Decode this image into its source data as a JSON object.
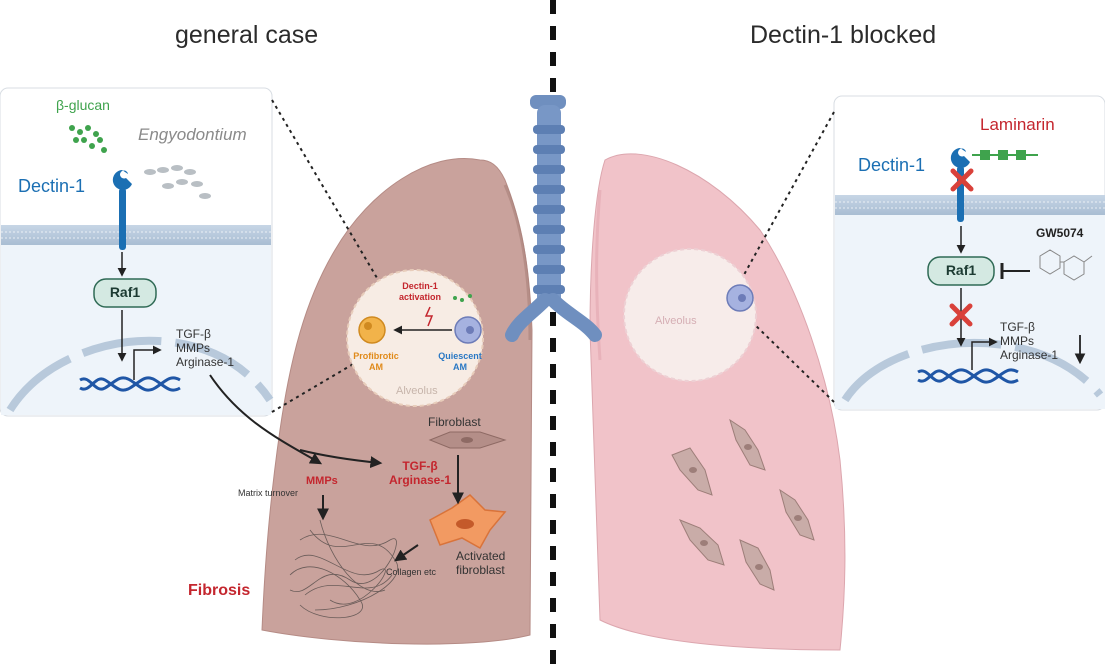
{
  "headings": {
    "left": "general case",
    "right": "Dectin-1 blocked"
  },
  "left_panel": {
    "ligand": "β-glucan",
    "organism": "Engyodontium",
    "receptor": "Dectin-1",
    "kinase": "Raf1",
    "gene_products": [
      "TGF-β",
      "MMPs",
      "Arginase-1"
    ]
  },
  "right_panel": {
    "ligand": "Laminarin",
    "receptor": "Dectin-1",
    "inhibitor": "GW5074",
    "kinase": "Raf1",
    "gene_products": [
      "TGF-β",
      "MMPs",
      "Arginase-1"
    ]
  },
  "alveolus_left": {
    "activation": [
      "Dectin-1",
      "activation"
    ],
    "profibrotic": [
      "Profibrotic",
      "AM"
    ],
    "quiescent": [
      "Quiescent",
      "AM"
    ],
    "label": "Alveolus"
  },
  "alveolus_right": {
    "label": "Alveolus"
  },
  "lung_left": {
    "fibroblast": "Fibroblast",
    "mmps": "MMPs",
    "tgf": [
      "TGF-β",
      "Arginase-1"
    ],
    "matrix": "Matrix turnover",
    "activated": [
      "Activated",
      "fibroblast"
    ],
    "collagen": "Collagen etc",
    "fibrosis": "Fibrosis"
  },
  "colors": {
    "lung_left": "#c9a29c",
    "lung_right": "#f1c3c9",
    "trachea": "#6f8fbf",
    "receptor": "#1b6fb3",
    "raf": "#d4e9e2",
    "red_label": "#c4262e",
    "green": "#3fa34d"
  }
}
